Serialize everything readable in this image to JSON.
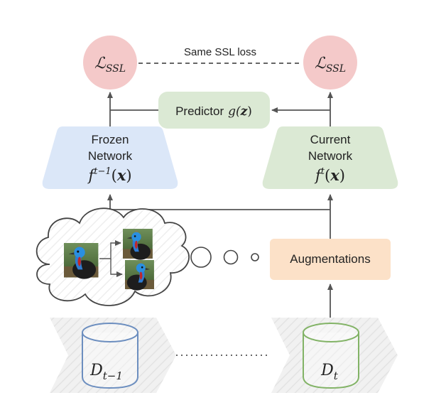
{
  "loss_left": {
    "symbol": "ℒ",
    "subscript": "SSL"
  },
  "loss_right": {
    "symbol": "ℒ",
    "subscript": "SSL"
  },
  "loss_link_label": "Same SSL loss",
  "predictor": {
    "label": "Predictor",
    "func": "g(",
    "arg": "z",
    "close": ")"
  },
  "frozen_network": {
    "line1": "Frozen",
    "line2": "Network",
    "f": "f",
    "sup": "t−1",
    "paren_open": "(",
    "arg": "x",
    "paren_close": ")"
  },
  "current_network": {
    "line1": "Current",
    "line2": "Network",
    "f": "f",
    "sup": "t",
    "paren_open": "(",
    "arg": "x",
    "paren_close": ")"
  },
  "augmentations_label": "Augmentations",
  "dataset_prev": {
    "letter": "D",
    "subscript": "t−1"
  },
  "dataset_curr": {
    "letter": "D",
    "subscript": "t"
  },
  "colors": {
    "loss_fill": "#f4c9c9",
    "predictor_fill": "#dbe9d4",
    "frozen_fill": "#dbe7f8",
    "current_fill": "#dbe9d4",
    "augment_fill": "#fce1c8",
    "db_prev_stroke": "#6c8ebf",
    "db_curr_stroke": "#82b366",
    "arrow": "#555555",
    "chevron_fill": "#efefef"
  },
  "icons": [
    "cloud-icon",
    "bird-photo-icon",
    "database-icon"
  ]
}
